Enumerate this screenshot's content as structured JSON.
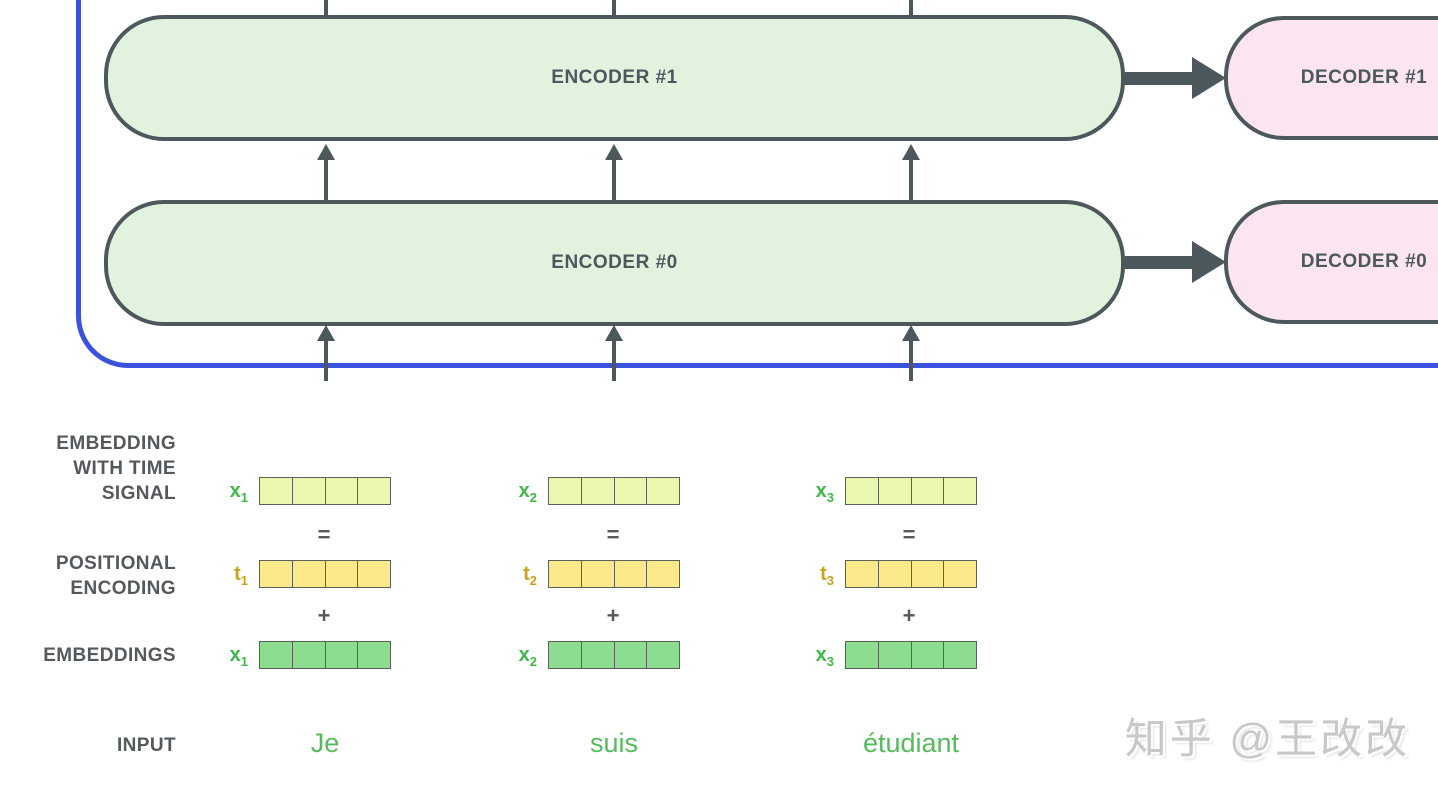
{
  "colors": {
    "box_border": "#4d585c",
    "encoder_fill": "#e1f2df",
    "decoder_fill": "#fce4f0",
    "container_blue": "#3b52dd",
    "arrow": "#4d585c",
    "label_text": "#54595d",
    "cell_border": "#5a6258",
    "row_signal_fill": "#eaf7ae",
    "row_positional_fill": "#fce98c",
    "row_embedding_fill": "#8edc90",
    "x_label_green": "#3eb847",
    "t_label_gold": "#c9a21f",
    "input_green": "#55bb5d",
    "watermark_gray": "#c8c8c8"
  },
  "stack": {
    "encoders": [
      {
        "label": "ENCODER #1"
      },
      {
        "label": "ENCODER #0"
      }
    ],
    "decoders": [
      {
        "label": "DECODER #1"
      },
      {
        "label": "DECODER #0"
      }
    ]
  },
  "rows": {
    "signal": {
      "label_lines": [
        "EMBEDDING",
        "WITH TIME",
        "SIGNAL"
      ],
      "vectors": [
        {
          "var": "x",
          "sub": "1"
        },
        {
          "var": "x",
          "sub": "2"
        },
        {
          "var": "x",
          "sub": "3"
        }
      ]
    },
    "positional": {
      "label_lines": [
        "POSITIONAL",
        "ENCODING"
      ],
      "vectors": [
        {
          "var": "t",
          "sub": "1"
        },
        {
          "var": "t",
          "sub": "2"
        },
        {
          "var": "t",
          "sub": "3"
        }
      ]
    },
    "embeddings": {
      "label_lines": [
        "EMBEDDINGS"
      ],
      "vectors": [
        {
          "var": "x",
          "sub": "1"
        },
        {
          "var": "x",
          "sub": "2"
        },
        {
          "var": "x",
          "sub": "3"
        }
      ]
    }
  },
  "operators": {
    "equals": "=",
    "plus": "+"
  },
  "input": {
    "label": "INPUT",
    "words": [
      "Je",
      "suis",
      "étudiant"
    ]
  },
  "watermark": "知乎 @王改改"
}
